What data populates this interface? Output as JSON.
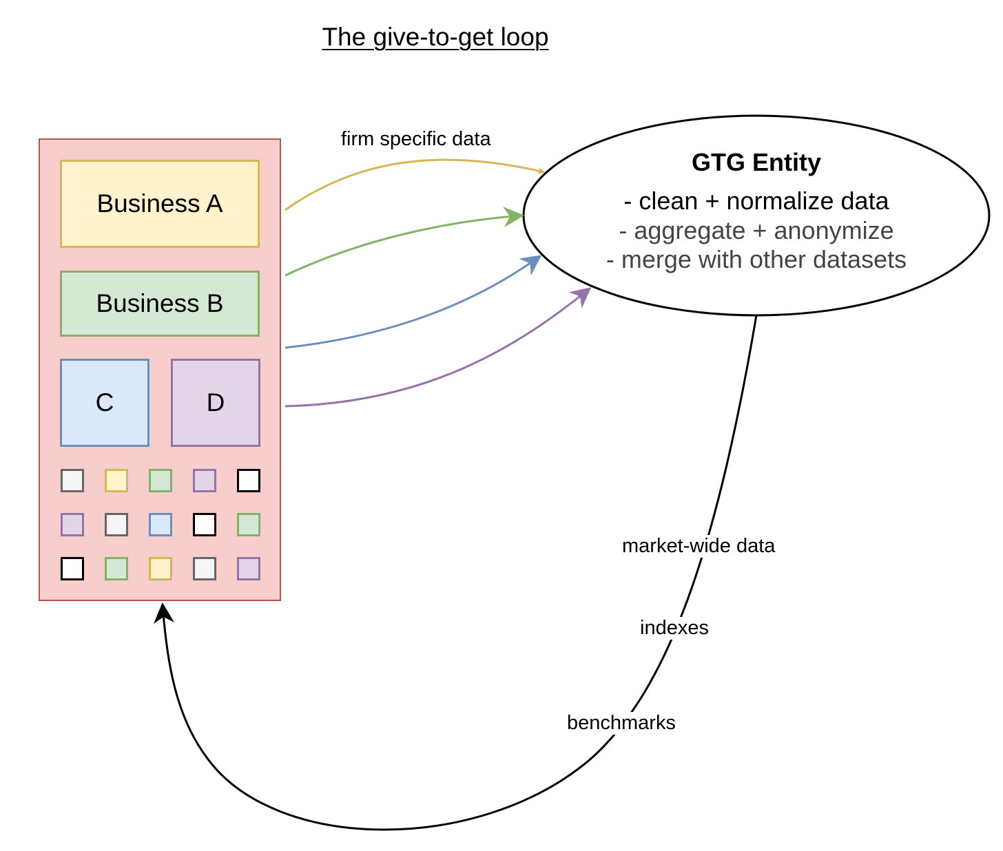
{
  "title": "The give-to-get loop",
  "container": {
    "business_a": "Business A",
    "business_b": "Business B",
    "business_c": "C",
    "business_d": "D",
    "small_squares": [
      [
        "gray",
        "yellow",
        "green",
        "purple",
        "black"
      ],
      [
        "purple",
        "gray",
        "blue",
        "black",
        "green"
      ],
      [
        "black",
        "green",
        "yellow",
        "gray",
        "purple"
      ]
    ]
  },
  "entity": {
    "title": "GTG Entity",
    "line1": "- clean + normalize data",
    "line2": "- aggregate  + anonymize",
    "line3": "- merge with other datasets"
  },
  "arrows": {
    "firm_data_label": "firm specific data",
    "return_labels": {
      "market": "market-wide data",
      "indexes": "indexes",
      "benchmarks": "benchmarks"
    }
  },
  "colors": {
    "container_fill": "#f8cecc",
    "container_stroke": "#b85450",
    "yellow_fill": "#fff2cc",
    "yellow_stroke": "#d6b656",
    "green_fill": "#d5e8d4",
    "green_stroke": "#82b366",
    "blue_fill": "#dae8fc",
    "blue_stroke": "#6c8ebf",
    "purple_fill": "#e1d5e7",
    "purple_stroke": "#9673a6",
    "gray_fill": "#f5f5f5",
    "gray_stroke": "#666666",
    "black_fill": "#ffffff",
    "black_stroke": "#000000"
  }
}
